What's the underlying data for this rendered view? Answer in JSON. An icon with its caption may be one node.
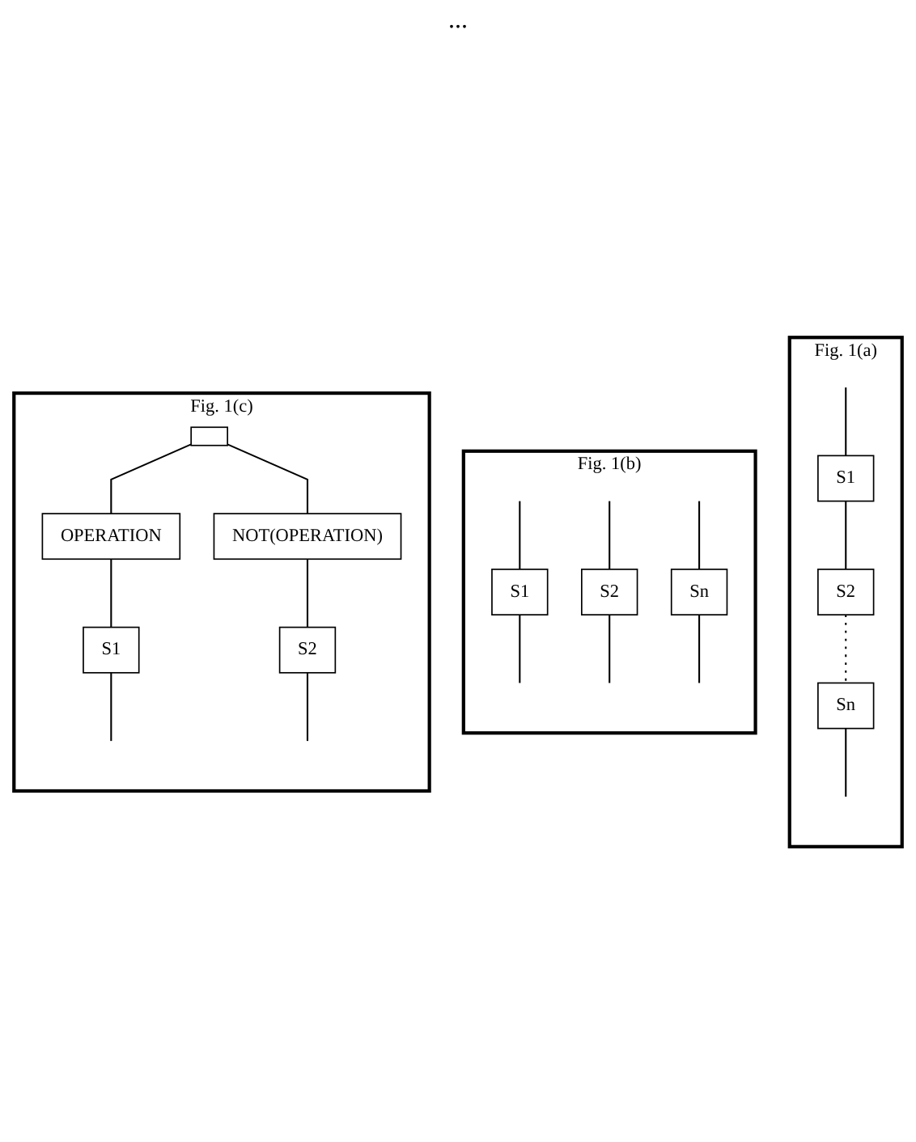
{
  "diagram": {
    "nodes": [
      {
        "text": [
          "Fig. 1(a)"
        ]
      },
      {
        "text": [
          "S1"
        ],
        "in": 0
      },
      {
        "text": [
          "S2"
        ],
        "in": 0
      },
      {
        "text": [
          "Sn"
        ],
        "in": 0
      },
      {
        "text": [
          "Fig. 1(b)"
        ]
      },
      {
        "text": [
          "S1"
        ],
        "in": 4
      },
      {
        "text": [
          "S2"
        ],
        "in": 4
      },
      {
        "text": [
          "Sn"
        ],
        "in": 4
      },
      {
        "text": [
          "Fig. 1(c)"
        ]
      },
      {
        "text": [],
        "shape": "box",
        "in": 8
      },
      {
        "text": [
          "OPERATION"
        ],
        "in": 8
      },
      {
        "text": [
          "NOT(OPERATION)"
        ],
        "in": 8
      },
      {
        "text": [
          "S1"
        ],
        "in": 8
      },
      {
        "text": [
          "S2"
        ],
        "in": 8
      }
    ],
    "edges": [
      {
        "from": null,
        "to": 1,
        "arrow": "none"
      },
      {
        "from": 1,
        "to": 2,
        "arrow": "none"
      },
      {
        "from": 2,
        "to": 3,
        "arrow": "none",
        "style": "dashed"
      },
      {
        "from": 3,
        "to": null,
        "arrow": "none"
      },
      {
        "from": null,
        "to": 5,
        "arrow": "none"
      },
      {
        "from": 5,
        "to": null,
        "arrow": "none"
      },
      {
        "from": null,
        "to": 6,
        "arrow": "none"
      },
      {
        "from": 6,
        "to": null,
        "arrow": "none"
      },
      {
        "from": null,
        "to": 7,
        "arrow": "none"
      },
      {
        "from": 7,
        "to": null,
        "arrow": "none"
      },
      {
        "from": 9,
        "to": 10,
        "arrow": "none"
      },
      {
        "from": 9,
        "to": 11,
        "arrow": "none"
      },
      {
        "from": 10,
        "to": 12,
        "arrow": "none"
      },
      {
        "from": 12,
        "to": null,
        "arrow": "none"
      },
      {
        "from": 11,
        "to": 13,
        "arrow": "none"
      },
      {
        "from": 13,
        "to": null,
        "arrow": "none"
      }
    ],
    "labels": [
      "..."
    ]
  }
}
